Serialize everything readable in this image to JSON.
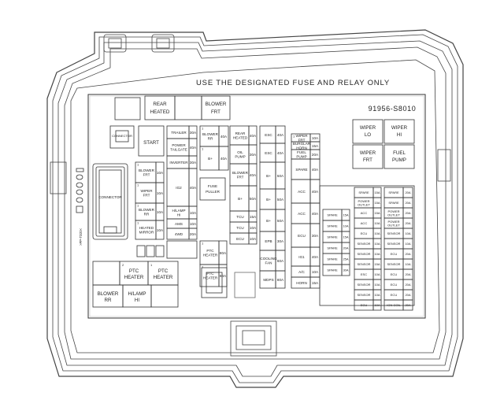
{
  "header": {
    "instruction": "USE THE DESIGNATED FUSE AND RELAY ONLY",
    "part_number": "91956-S8010"
  },
  "left_area": {
    "connector_small": "CONNECTOR",
    "connector_big": "CONNECTOR",
    "side_mark": ">PP-TD20<",
    "start": "START"
  },
  "top_relays": {
    "rear_heated": [
      "REAR",
      "HEATED"
    ],
    "blower_frt": [
      "BLOWER",
      "FRT"
    ]
  },
  "column_a": [
    {
      "num": "",
      "label": [
        "TRAILER"
      ],
      "amp": "30A"
    },
    {
      "num": "",
      "label": [
        "POWER",
        "TAILGATE"
      ],
      "amp": "40A"
    },
    {
      "num": "",
      "label": [
        "INVERTER"
      ],
      "amp": "30A"
    },
    {
      "num": "",
      "label": [
        "IG2"
      ],
      "amp": "40A"
    },
    {
      "num": "",
      "label": [
        "H/LAMP",
        "HI"
      ],
      "amp": "10A"
    },
    {
      "num": "",
      "label": [
        "AMS"
      ],
      "amp": "10A"
    },
    {
      "num": "",
      "label": [
        "4WD"
      ],
      "amp": "20A"
    }
  ],
  "column_b_small": [
    {
      "num": "1",
      "label": [
        "BLOWER",
        "FRT"
      ],
      "amp": "10A"
    },
    {
      "num": "1",
      "label": [
        "WIPER",
        "FRT"
      ],
      "amp": "10A"
    },
    {
      "num": "1",
      "label": [
        "BLOWER",
        "RR"
      ],
      "amp": "10A"
    },
    {
      "num": "1",
      "label": [
        "HEATED",
        "MIRROR"
      ],
      "amp": "10A"
    }
  ],
  "column_c": [
    {
      "num": "1",
      "label": [
        "BLOWER",
        "RR"
      ],
      "amp": "40A"
    },
    {
      "num": "1",
      "label": [
        "B+"
      ],
      "amp": "40A"
    }
  ],
  "fuse_puller": [
    "FUSE",
    "PULLER"
  ],
  "column_d": [
    {
      "num": "",
      "label": [
        "REAR",
        "HEATED"
      ],
      "amp": "40A"
    },
    {
      "num": "",
      "label": [
        "OIL",
        "PUMP"
      ],
      "amp": "30A"
    },
    {
      "num": "",
      "label": [
        "BLOWER",
        "FRT"
      ],
      "amp": "40A"
    },
    {
      "num": "",
      "label": [
        "B+"
      ],
      "amp": "50A"
    },
    {
      "num": "",
      "label": [
        "TCU"
      ],
      "amp": "15A"
    },
    {
      "num": "",
      "label": [
        "TCU"
      ],
      "amp": "10A"
    },
    {
      "num": "",
      "label": [
        "ECU"
      ],
      "amp": "10A"
    }
  ],
  "ptc_small": [
    {
      "num": "1",
      "label": [
        "PTC",
        "HEATER"
      ],
      "amp": "80A"
    },
    {
      "num": "1",
      "label": [
        "PTC",
        "HEATER"
      ],
      "amp": "80A"
    }
  ],
  "column_e": [
    {
      "num": "",
      "label": [
        "ESC"
      ],
      "amp": "40A"
    },
    {
      "num": "",
      "label": [
        "ESC"
      ],
      "amp": "40A"
    },
    {
      "num": "",
      "label": [
        "B+"
      ],
      "amp": "50A"
    },
    {
      "num": "",
      "label": [
        "B+"
      ],
      "amp": "50A"
    },
    {
      "num": "",
      "label": [
        "B+"
      ],
      "amp": "50A"
    },
    {
      "num": "",
      "label": [
        "EPB"
      ],
      "amp": "30A"
    },
    {
      "num": "",
      "label": [
        "COOLING",
        "FAN"
      ],
      "amp": "60A"
    },
    {
      "num": "",
      "label": [
        "MDPS"
      ],
      "amp": "80A"
    }
  ],
  "column_f": [
    {
      "num": "1",
      "label": [
        "WIPER",
        "FRT"
      ],
      "amp": "10A"
    },
    {
      "num": "",
      "label": [
        "BURGLAR",
        "HORN"
      ],
      "amp": "15A"
    },
    {
      "num": "",
      "label": [
        "FUEL",
        "PUMP"
      ],
      "amp": "20A"
    },
    {
      "num": "",
      "label": [
        "SPARE"
      ],
      "amp": "40A"
    },
    {
      "num": "",
      "label": [
        "ACC"
      ],
      "amp": "40A"
    },
    {
      "num": "",
      "label": [
        "ACC"
      ],
      "amp": "40A"
    },
    {
      "num": "",
      "label": [
        "ECU"
      ],
      "amp": "30A"
    },
    {
      "num": "",
      "label": [
        "IG1"
      ],
      "amp": "40A"
    },
    {
      "num": "",
      "label": [
        "A/C"
      ],
      "amp": "10A"
    },
    {
      "num": "",
      "label": [
        "HORN"
      ],
      "amp": "15A"
    }
  ],
  "right_relays": [
    [
      "WIPER",
      "LO"
    ],
    [
      "WIPER",
      "HI"
    ],
    [
      "WIPER",
      "FRT"
    ],
    [
      "FUEL",
      "PUMP"
    ]
  ],
  "mini_col1": [
    {
      "label": "SPARE",
      "amp": "15A"
    },
    {
      "label": "SPARE",
      "amp": "10A"
    },
    {
      "label": "SPARE",
      "amp": "15A"
    },
    {
      "label": "SPARE",
      "amp": "20A"
    },
    {
      "label": "SPARE",
      "amp": "25A"
    },
    {
      "label": "SPARE",
      "amp": "30A"
    }
  ],
  "mini_col2": [
    {
      "label": "SPARE",
      "amp": "15A"
    },
    {
      "label": "POWER OUTLET",
      "amp": "15A"
    },
    {
      "label": "ACC",
      "amp": "15A"
    },
    {
      "label": "ACC",
      "amp": "10A"
    },
    {
      "label": "ECU",
      "amp": "10A"
    },
    {
      "label": "SENSOR",
      "amp": "10A"
    },
    {
      "label": "SENSOR",
      "amp": "10A"
    },
    {
      "label": "SENSOR",
      "amp": "15A"
    },
    {
      "label": "ESC",
      "amp": "10A"
    },
    {
      "label": "SENSOR",
      "amp": "10A"
    },
    {
      "label": "SENSOR",
      "amp": "10A"
    },
    {
      "label": "ECU",
      "amp": "10A"
    }
  ],
  "mini_col3": [
    {
      "label": "SPARE",
      "amp": "20A"
    },
    {
      "label": "SPARE",
      "amp": "20A"
    },
    {
      "label": "POWER OUTLET",
      "amp": "20A"
    },
    {
      "label": "POWER OUTLET",
      "amp": "20A"
    },
    {
      "label": "SENSOR",
      "amp": "10A"
    },
    {
      "label": "SENSOR",
      "amp": "10A"
    },
    {
      "label": "ECU",
      "amp": "20A"
    },
    {
      "label": "SENSOR",
      "amp": "10A"
    },
    {
      "label": "ECU",
      "amp": "20A"
    },
    {
      "label": "ECU",
      "amp": "20A"
    },
    {
      "label": "ECU",
      "amp": "20A"
    },
    {
      "label": "IGN COIL",
      "amp": "20A"
    }
  ],
  "bottom_relays": [
    [
      "BLOWER",
      "RR"
    ],
    [
      "H/LAMP",
      "HI"
    ],
    [
      "PTC",
      "HEATER"
    ],
    [
      "PTC",
      "HEATER"
    ]
  ],
  "bottom_relay_nums": [
    "",
    "",
    "2",
    "1"
  ]
}
